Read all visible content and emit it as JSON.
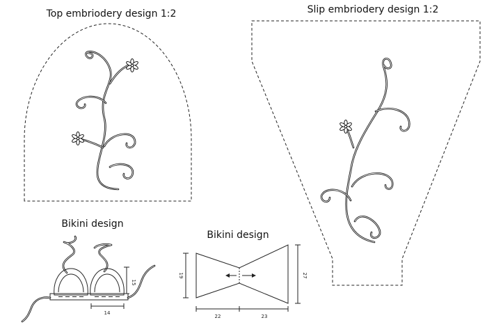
{
  "top_panel": {
    "title": "Top embriodery design 1:2"
  },
  "slip_panel": {
    "title": "Slip embriodery design 1:2"
  },
  "bikini_left": {
    "title": "Bikini design",
    "dim_height": "15",
    "dim_width": "14"
  },
  "bikini_right": {
    "title": "Bikini design",
    "dim_left": "19",
    "dim_right": "27",
    "dim_bottom_left": "22",
    "dim_bottom_right": "23"
  }
}
